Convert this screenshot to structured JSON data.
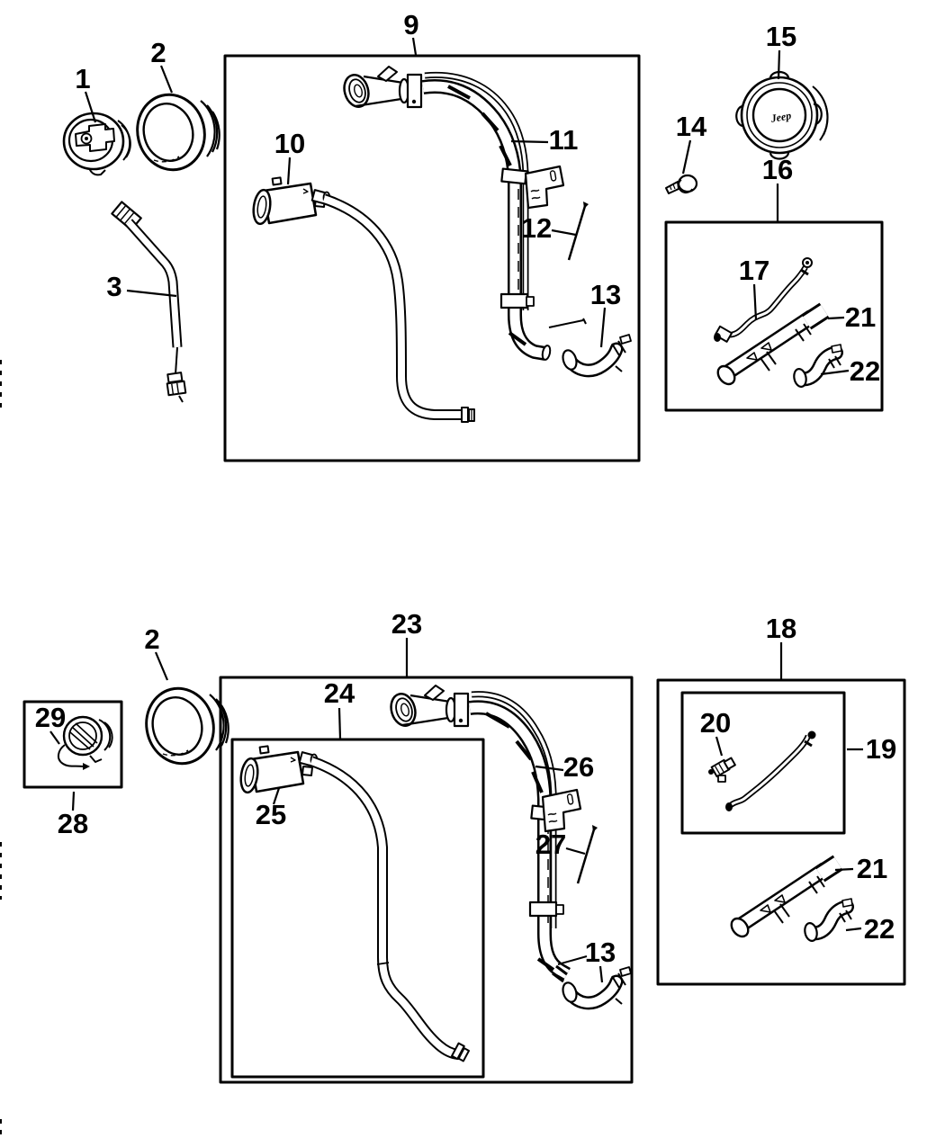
{
  "colors": {
    "ink": "#000000",
    "background": "#ffffff"
  },
  "figure": {
    "kind": "exploded-parts-diagram",
    "cap_logo_text": "Jeep",
    "callouts": {
      "cap1": "1",
      "seal2_top": "2",
      "hose3": "3",
      "assy9": "9",
      "filter10": "10",
      "tube11": "11",
      "rod12": "12",
      "hose13_top": "13",
      "screw14": "14",
      "cap15": "15",
      "group16": "16",
      "line17": "17",
      "group18": "18",
      "line19": "19",
      "conn20": "20",
      "tube21_top": "21",
      "hose22_top": "22",
      "assy23": "23",
      "group24": "24",
      "filter25": "25",
      "tube26": "26",
      "rod27": "27",
      "hose13_bottom": "13",
      "seal2_bottom": "2",
      "cap28": "28",
      "tether29": "29",
      "tube21_bottom": "21",
      "hose22_bottom": "22"
    }
  }
}
